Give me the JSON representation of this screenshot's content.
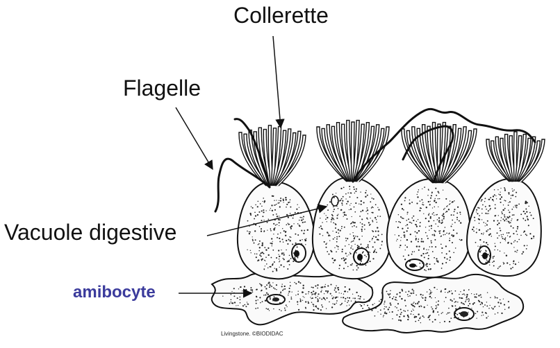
{
  "labels": {
    "collerette": "Collerette",
    "flagelle": "Flagelle",
    "vacuole": "Vacuole digestive",
    "amibocyte": "amibocyte"
  },
  "credit": "Livingstone. ©BIODIDAC",
  "colors": {
    "amibocyte_label": "#3b3b9c",
    "ink": "#111111",
    "background": "#ffffff"
  }
}
